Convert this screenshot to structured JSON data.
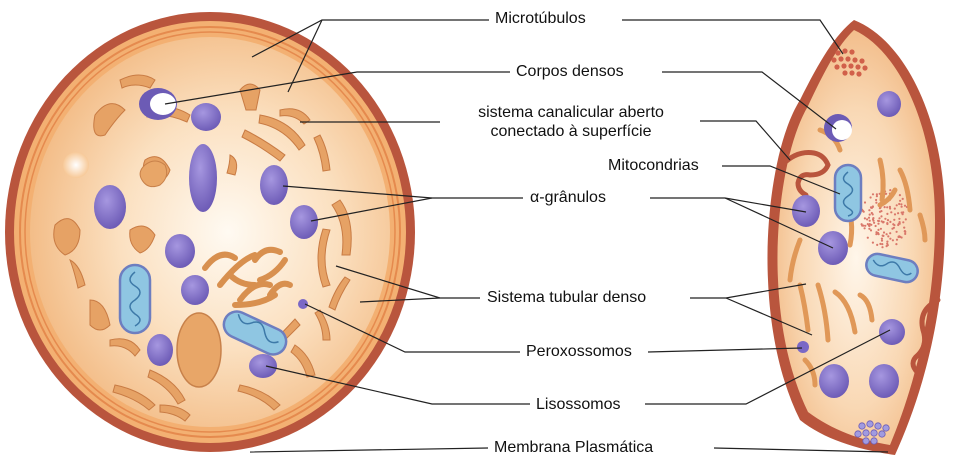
{
  "labels": {
    "microtubulos": "Microtúbulos",
    "corpos_densos": "Corpos densos",
    "sistema_canalicular_line1": "sistema canalicular aberto",
    "sistema_canalicular_line2": "conectado à superfície",
    "mitocondrias": "Mitocondrias",
    "alfa_granulos": "α-grânulos",
    "sistema_tubular_denso": "Sistema tubular denso",
    "peroxossomos": "Peroxossomos",
    "lisossomos": "Lisossomos",
    "membrana_plasmatica": "Membrana Plasmática"
  },
  "colors": {
    "membrane": "#b9553d",
    "cytoplasm_light": "#fdebd3",
    "cytoplasm": "#f6c99a",
    "organelle_orange": "#e5a063",
    "granule": "#8f7fcf",
    "granule_dark": "#5e4ea5",
    "mitochondria": "#7fc2df",
    "microtubule_dots": "#d1604a",
    "peroxisome_dots": "#a19be0",
    "leader_line": "#222222"
  }
}
